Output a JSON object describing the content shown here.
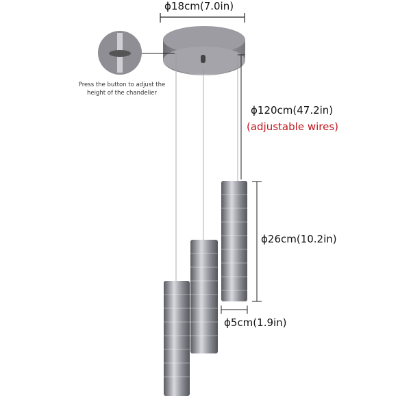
{
  "dimensions": {
    "canopy_diameter": "ϕ18cm(7.0in)",
    "wire_length": "ϕ120cm(47.2in)",
    "wire_note": "(adjustable wires)",
    "pendant_height": "ϕ26cm(10.2in)",
    "pendant_diameter": "ϕ5cm(1.9in)"
  },
  "callout": {
    "line1": "Press the button to adjust the",
    "line2": "height of the chandelier"
  },
  "colors": {
    "note": "#c0141c",
    "chrome": "#8a8a90"
  }
}
